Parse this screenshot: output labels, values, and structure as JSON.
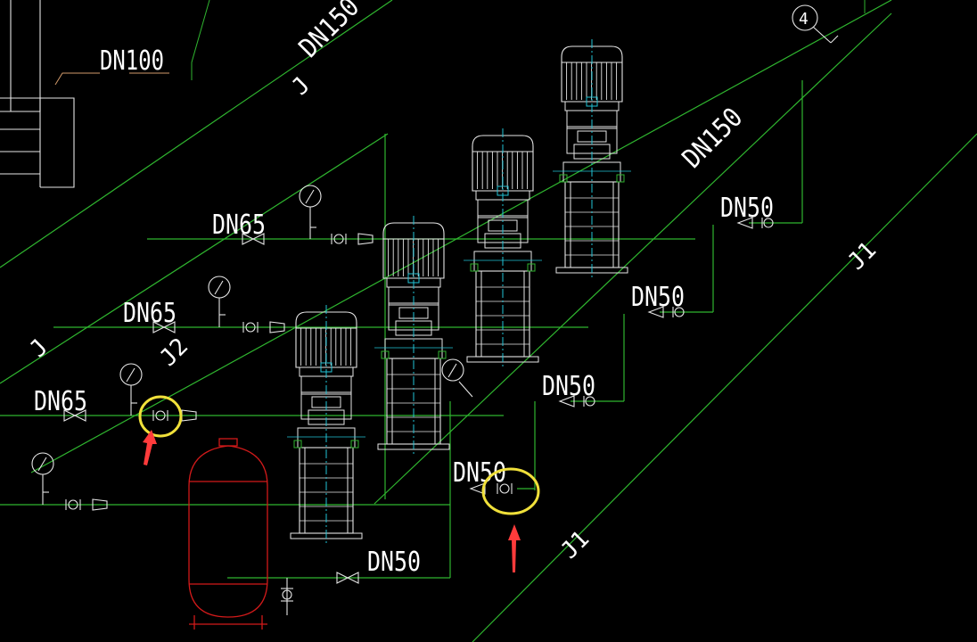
{
  "colors": {
    "background": "#000000",
    "pipe": "#2fb52f",
    "equipment": "#e6e6e6",
    "centerline": "#22c3d6",
    "tank": "#d21a1a",
    "highlight": "#f0e03a",
    "arrow": "#ff3b3b"
  },
  "labels": {
    "dn100": "DN100",
    "dn150_top": "DN150",
    "dn150_right": "DN150",
    "j_top": "J",
    "j_left": "J",
    "j2": "J2",
    "j1_right": "J1",
    "j1_bottom": "J1",
    "dn65_1": "DN65",
    "dn65_2": "DN65",
    "dn65_3": "DN65",
    "dn50_1": "DN50",
    "dn50_2": "DN50",
    "dn50_3": "DN50",
    "dn50_4": "DN50",
    "dn50_5": "DN50",
    "circle_tag": "4"
  },
  "icons": {
    "pressure_gauge": "pressure-gauge-icon",
    "gate_valve": "gate-valve-icon",
    "check_valve": "check-valve-icon",
    "pump": "vertical-pump-icon",
    "tank": "pressure-tank-icon",
    "highlight": "highlight-circle-icon",
    "arrow": "red-arrow-icon"
  }
}
